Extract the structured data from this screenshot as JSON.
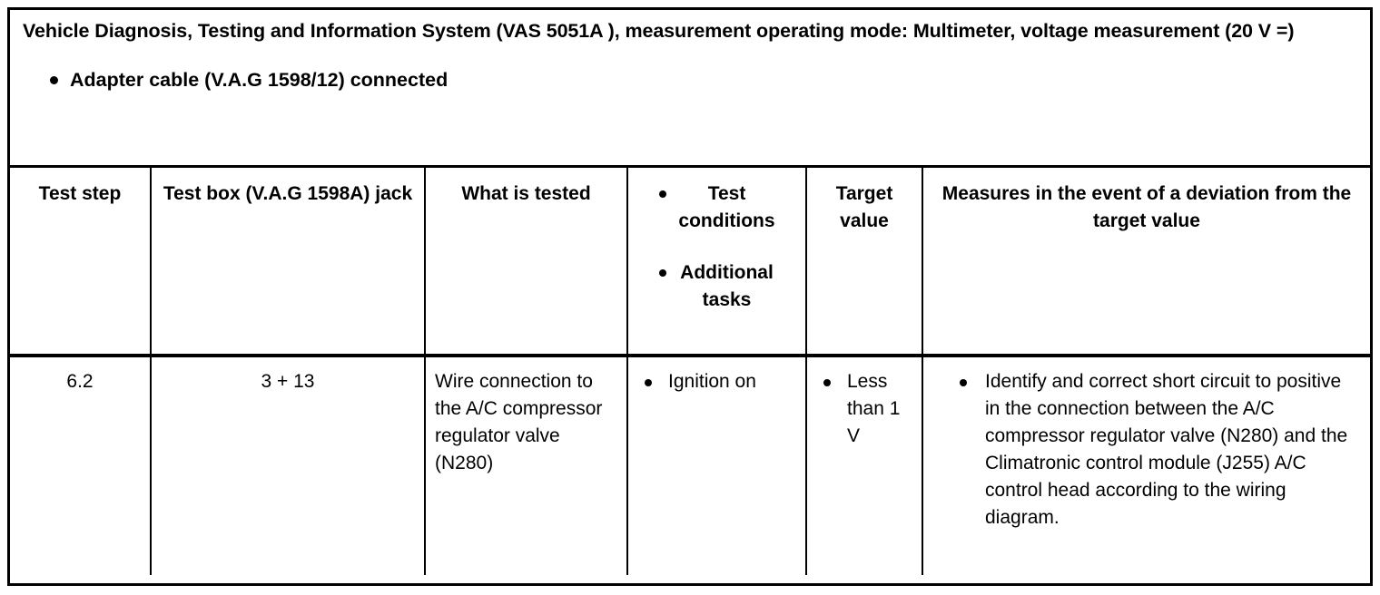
{
  "document": {
    "title": "Vehicle Diagnosis, Testing and Information System (VAS 5051A ), measurement operating mode: Multimeter, voltage measurement (20 V =)",
    "notes": [
      "Adapter cable (V.A.G 1598/12) connected"
    ]
  },
  "table": {
    "headers": {
      "test_step": "Test step",
      "test_box": "Test box (V.A.G 1598A) jack",
      "what_is_tested": "What is tested",
      "test_conditions": "Test conditions",
      "additional_tasks": "Additional tasks",
      "target_value": "Target value",
      "measures": "Measures in the event of a deviation from the target value"
    },
    "rows": [
      {
        "test_step": "6.2",
        "test_box": "3 + 13",
        "what_is_tested": "Wire connection to the A/C compressor regulator valve (N280)",
        "test_conditions": [
          "Ignition on"
        ],
        "target_value": [
          "Less than 1 V"
        ],
        "measures": [
          "Identify and correct short circuit to positive in the connection between the A/C compressor regulator valve (N280) and the Climatronic control module (J255) A/C control head according to the wiring diagram."
        ]
      }
    ]
  },
  "colors": {
    "border": "#000000",
    "text": "#000000",
    "background": "#ffffff"
  }
}
